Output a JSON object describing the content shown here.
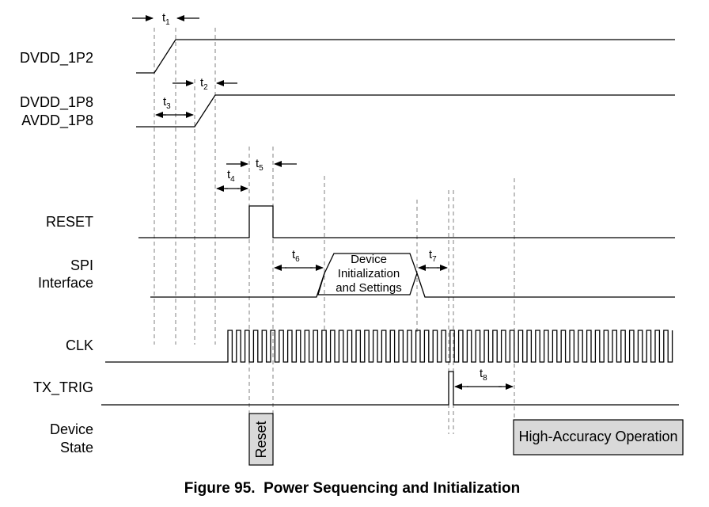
{
  "signals": {
    "dvdd_1p2": "DVDD_1P2",
    "dvdd_1p8": "DVDD_1P8",
    "avdd_1p8": "AVDD_1P8",
    "reset": "RESET",
    "spi_line1": "SPI",
    "spi_line2": "Interface",
    "clk": "CLK",
    "tx_trig": "TX_TRIG",
    "state_line1": "Device",
    "state_line2": "State"
  },
  "timings": [
    {
      "base": "t",
      "sub": "1"
    },
    {
      "base": "t",
      "sub": "2"
    },
    {
      "base": "t",
      "sub": "3"
    },
    {
      "base": "t",
      "sub": "4"
    },
    {
      "base": "t",
      "sub": "5"
    },
    {
      "base": "t",
      "sub": "6"
    },
    {
      "base": "t",
      "sub": "7"
    },
    {
      "base": "t",
      "sub": "8"
    }
  ],
  "spi_box": {
    "line1": "Device",
    "line2": "Initialization",
    "line3": "and Settings"
  },
  "states": {
    "reset": "Reset",
    "operation": "High-Accuracy Operation"
  },
  "caption": "Figure 95.  Power Sequencing and Initialization",
  "colors": {
    "line": "#000000",
    "guide": "#808080",
    "state_fill": "#d9d9d9"
  }
}
